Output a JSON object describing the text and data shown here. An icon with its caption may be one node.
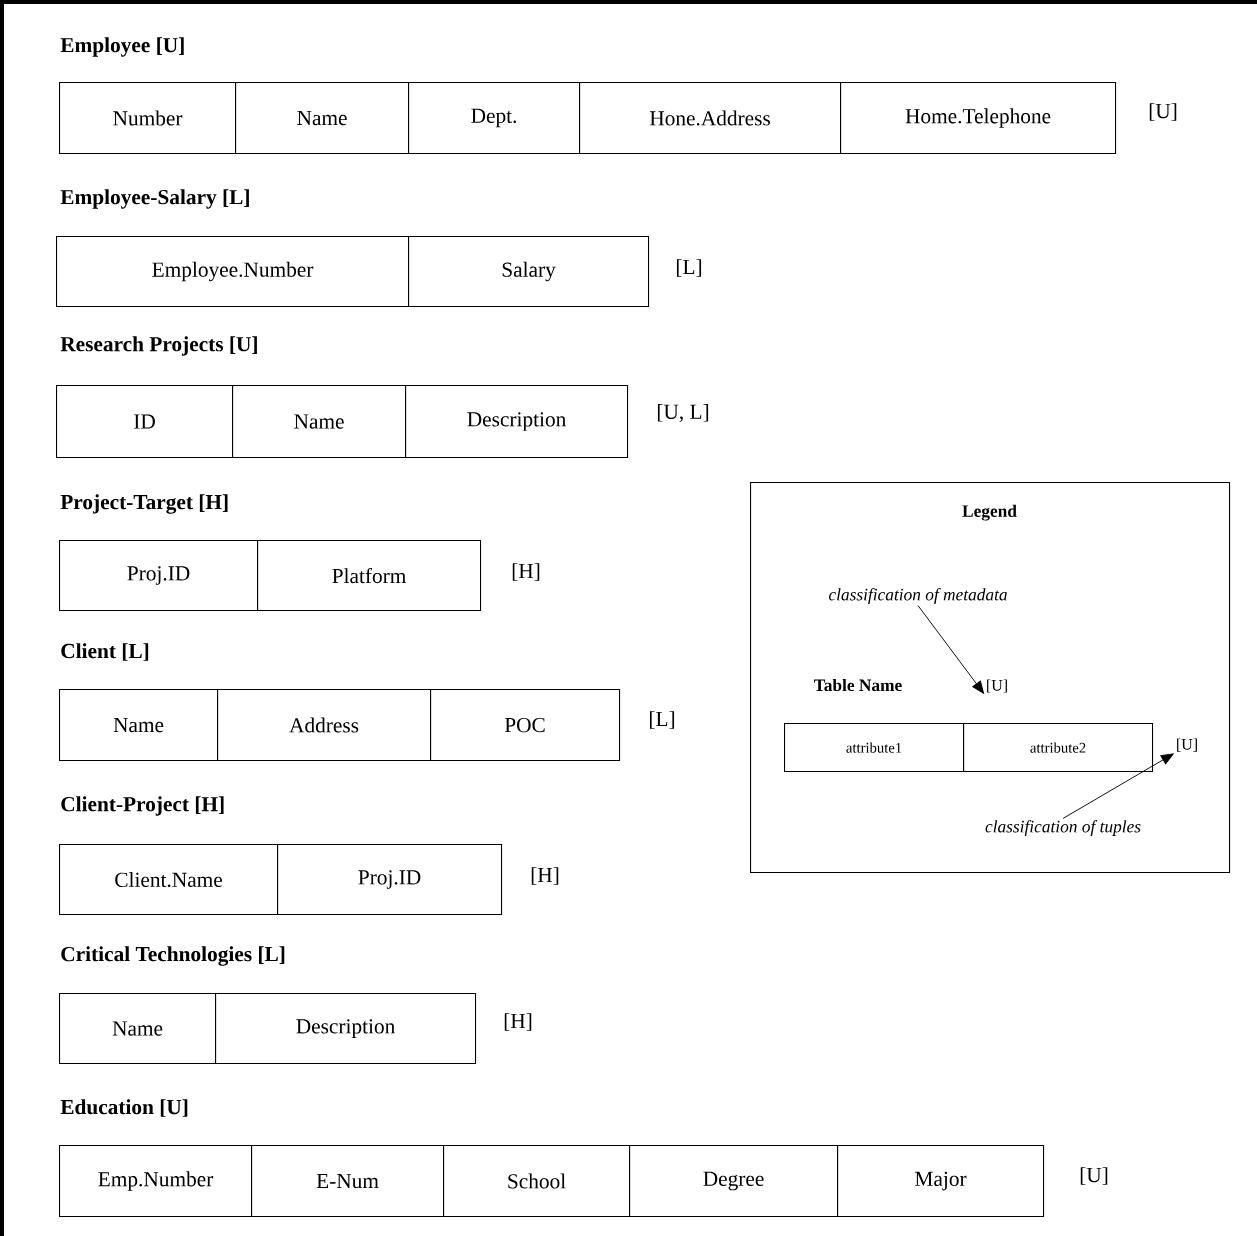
{
  "diagram": {
    "nodes": [
      {
        "text": [
          "Number"
        ]
      },
      {
        "text": [
          "Name"
        ]
      },
      {
        "text": [
          "Dept."
        ]
      },
      {
        "text": [
          "Hone.Address"
        ]
      },
      {
        "text": [
          "Home.Telephone"
        ]
      },
      {
        "text": [
          "Employee.Number"
        ]
      },
      {
        "text": [
          "Salary"
        ]
      },
      {
        "text": [
          "ID"
        ]
      },
      {
        "text": [
          "Name"
        ]
      },
      {
        "text": [
          "Description"
        ]
      },
      {
        "text": [
          "Proj.ID"
        ]
      },
      {
        "text": [
          "Platform"
        ]
      },
      {
        "text": [
          "Name"
        ]
      },
      {
        "text": [
          "Address"
        ]
      },
      {
        "text": [
          "POC"
        ]
      },
      {
        "text": [
          "Client.Name"
        ]
      },
      {
        "text": [
          "Proj.ID"
        ]
      },
      {
        "text": [
          "Name"
        ]
      },
      {
        "text": [
          "Description"
        ]
      },
      {
        "text": [
          "Emp.Number"
        ]
      },
      {
        "text": [
          "E-Num"
        ]
      },
      {
        "text": [
          "School"
        ]
      },
      {
        "text": [
          "Degree"
        ]
      },
      {
        "text": [
          "Major"
        ]
      },
      {
        "text": [
          "Legend"
        ]
      },
      {
        "text": [
          "classification of metadata"
        ],
        "in": 24
      },
      {
        "text": [
          "[U]"
        ],
        "in": 24
      },
      {
        "text": [
          "attribute1"
        ],
        "in": 24
      },
      {
        "text": [
          "attribute2"
        ],
        "in": 24
      },
      {
        "text": [
          "[U]"
        ],
        "in": 24
      },
      {
        "text": [
          "classification of tuples"
        ],
        "in": 24
      }
    ],
    "edges": [
      {
        "from": 25,
        "to": 26,
        "arrow": "to"
      },
      {
        "from": 30,
        "to": 29,
        "arrow": "to"
      }
    ],
    "labels": [
      "Employee [U]",
      "[U]",
      "Employee-Salary [L]",
      "[L]",
      "Research Projects [U]",
      "[U, L]",
      "Project-Target [H]",
      "[H]",
      "Client [L]",
      "[L]",
      "Client-Project [H]",
      "[H]",
      "Critical Technologies [L]",
      "[H]",
      "Education [U]",
      "[U]",
      "Table Name"
    ]
  }
}
